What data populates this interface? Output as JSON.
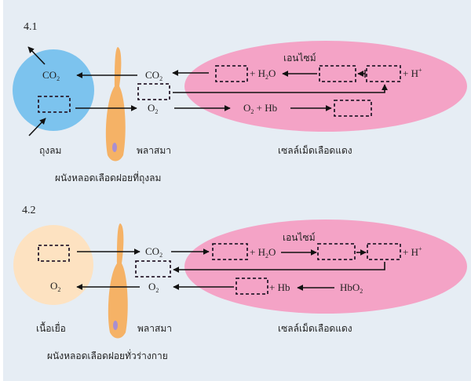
{
  "sections": [
    {
      "label": "4.1",
      "left_region": {
        "label": "ถุงลม",
        "color": "#7cc3ee"
      },
      "left_species": [
        "CO2",
        "blank"
      ],
      "plasma": {
        "label": "พลาสมา",
        "species": [
          "CO2",
          "blank",
          "O2"
        ]
      },
      "rbc": {
        "label": "เซลล์เม็ดเลือดแดง",
        "color": "#f4a3c6",
        "enzyme_label": "เอนไซม์",
        "reaction_1": {
          "terms": [
            "blank",
            "+ H2O",
            "blank",
            "blank",
            "+ H+"
          ]
        },
        "reaction_2": {
          "terms": [
            "O2 + Hb",
            "blank"
          ]
        }
      },
      "caption": "ผนังหลอดเลือดฝอยที่ถุงลม"
    },
    {
      "label": "4.2",
      "left_region": {
        "label": "เนื้อเยื่อ",
        "color": "#fde2c1"
      },
      "left_species": [
        "blank",
        "O2"
      ],
      "plasma": {
        "label": "พลาสมา",
        "species": [
          "CO2",
          "blank",
          "O2"
        ]
      },
      "rbc": {
        "label": "เซลล์เม็ดเลือดแดง",
        "color": "#f4a3c6",
        "enzyme_label": "เอนไซม์",
        "reaction_1": {
          "terms": [
            "blank",
            "+ H2O",
            "blank",
            "blank",
            "+ H+"
          ]
        },
        "reaction_2": {
          "terms": [
            "blank",
            "+ Hb",
            "HbO2"
          ]
        }
      },
      "caption": "ผนังหลอดเลือดฝอยทั่วร่างกาย"
    }
  ],
  "text": {
    "s1_label": "4.1",
    "s1_co2_left": "CO",
    "s1_co2_plasma": "CO",
    "s1_o2_plasma": "O",
    "s1_h2o": "+ H",
    "s1_h2o_tail": "O",
    "s1_hplus": "+ H",
    "s1_o2hb_a": "O",
    "s1_o2hb_b": " + Hb",
    "s1_enzyme": "เอนไซม์",
    "s1_left_label": "ถุงลม",
    "s1_plasma_label": "พลาสมา",
    "s1_rbc_label": "เซลล์เม็ดเลือดแดง",
    "s1_caption": "ผนังหลอดเลือดฝอยที่ถุงลม",
    "s2_label": "4.2",
    "s2_o2_left": "O",
    "s2_co2_plasma": "CO",
    "s2_o2_plasma": "O",
    "s2_h2o": "+ H",
    "s2_h2o_tail": "O",
    "s2_hplus": "+ H",
    "s2_hb": "+ Hb",
    "s2_hbo2": "HbO",
    "s2_enzyme": "เอนไซม์",
    "s2_left_label": "เนื้อเยื่อ",
    "s2_plasma_label": "พลาสมา",
    "s2_rbc_label": "เซลล์เม็ดเลือดแดง",
    "s2_caption": "ผนังหลอดเลือดฝอยทั่วร่างกาย",
    "sub2": "2",
    "sup_plus": "+"
  },
  "colors": {
    "background": "#e6edf4",
    "alveolus": "#7cc3ee",
    "tissue": "#fde2c1",
    "rbc": "#f4a3c6",
    "capillary_wall": "#f5b266",
    "nucleus": "#a98fd0"
  }
}
